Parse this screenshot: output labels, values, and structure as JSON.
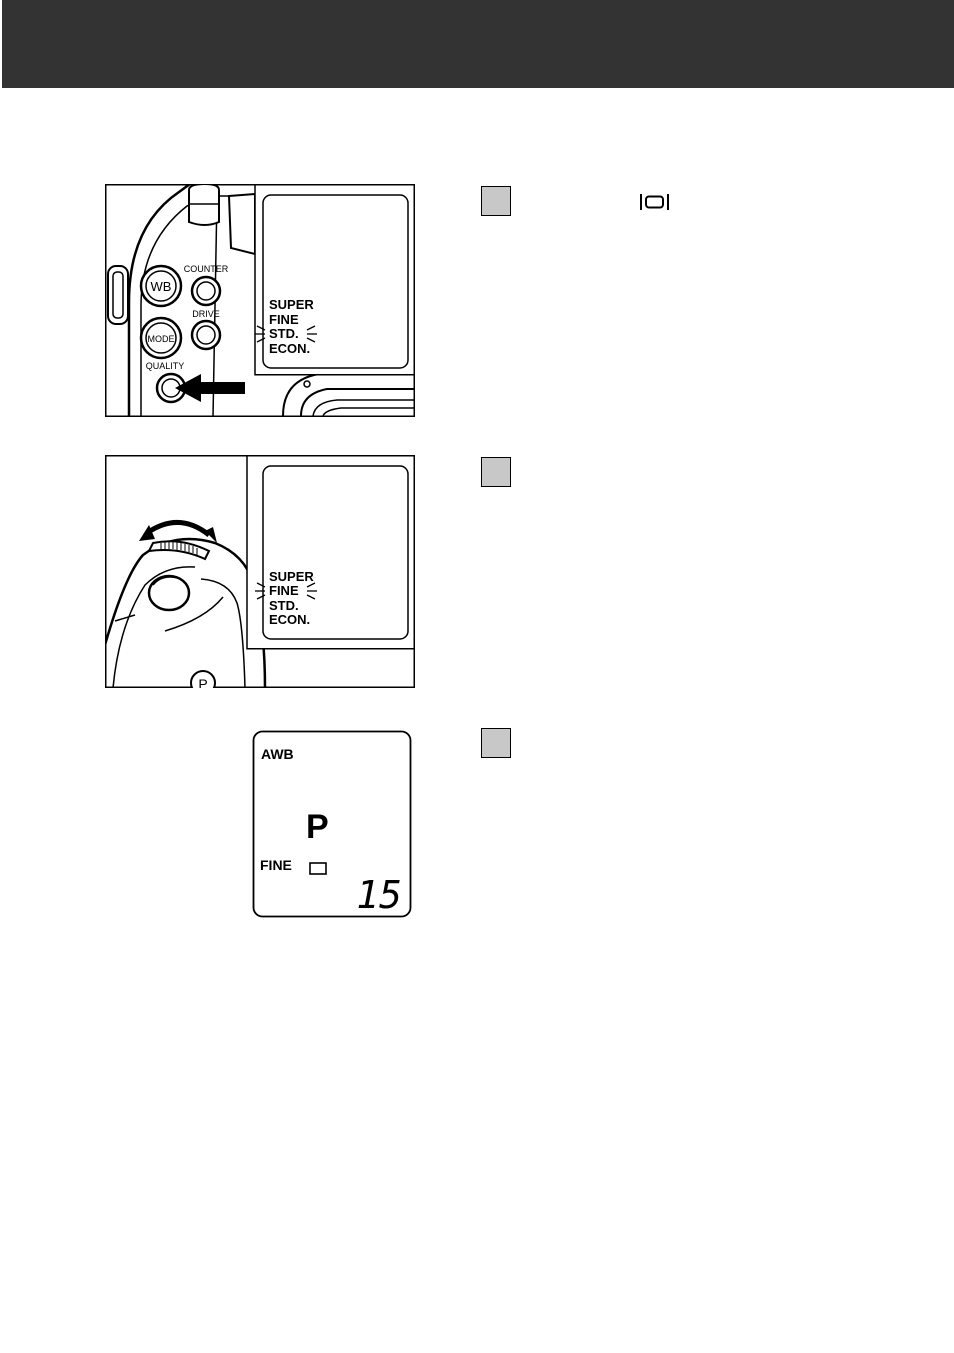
{
  "page": {
    "colors": {
      "header": "#333333",
      "step_marker": "#c8c8c8"
    }
  },
  "figure1": {
    "button_labels": {
      "wb": "WB",
      "counter": "COUNTER",
      "drive": "DRIVE",
      "mode": "MODE",
      "quality": "QUALITY"
    },
    "lcd_options": [
      "SUPER",
      "FINE",
      "STD.",
      "ECON."
    ],
    "blinking_option": "STD."
  },
  "figure2": {
    "button_label": "P",
    "lcd_options": [
      "SUPER",
      "FINE",
      "STD.",
      "ECON."
    ],
    "blinking_option": "FINE"
  },
  "figure3": {
    "lcd": {
      "white_balance": "AWB",
      "exposure_mode": "P",
      "quality": "FINE",
      "frame_count": "15"
    }
  },
  "steps": [
    {
      "marker": "step-1",
      "icon": "single-frame-icon"
    },
    {
      "marker": "step-2"
    },
    {
      "marker": "step-3"
    }
  ]
}
